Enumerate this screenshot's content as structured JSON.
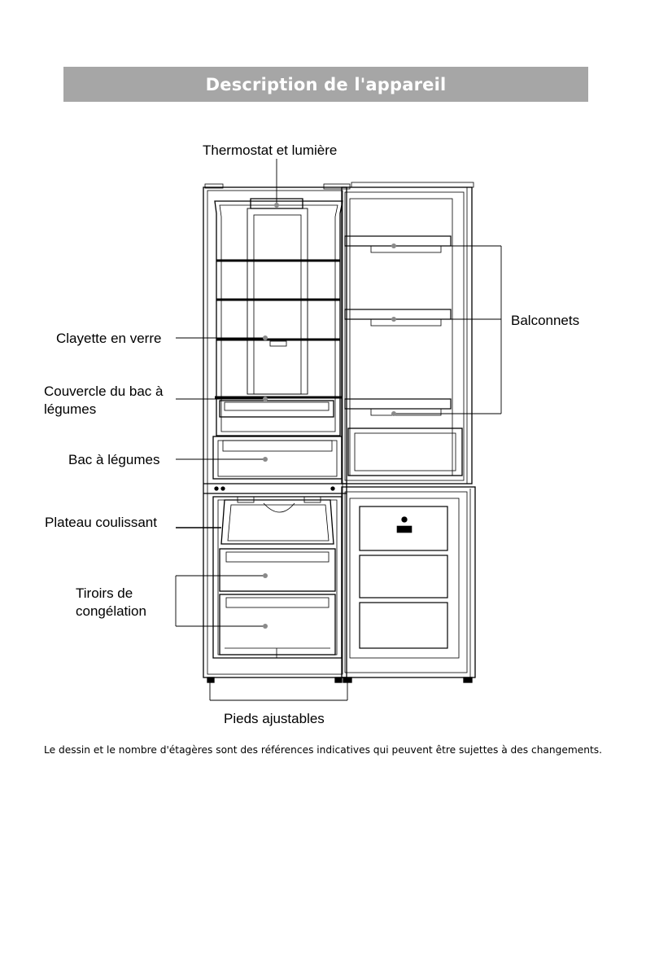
{
  "header": {
    "title": "Description de l'appareil"
  },
  "labels": {
    "thermostat": "Thermostat et lumière",
    "clayette": "Clayette en verre",
    "couvercle_1": "Couvercle du bac à",
    "couvercle_2": "légumes",
    "bac": "Bac à légumes",
    "plateau": "Plateau coulissant",
    "tiroirs_1": "Tiroirs de",
    "tiroirs_2": "congélation",
    "balconnets": "Balconnets",
    "pieds": "Pieds ajustables"
  },
  "footnote": "Le dessin et le nombre d'étagères sont des références indicatives qui peuvent être sujettes à des changements."
}
